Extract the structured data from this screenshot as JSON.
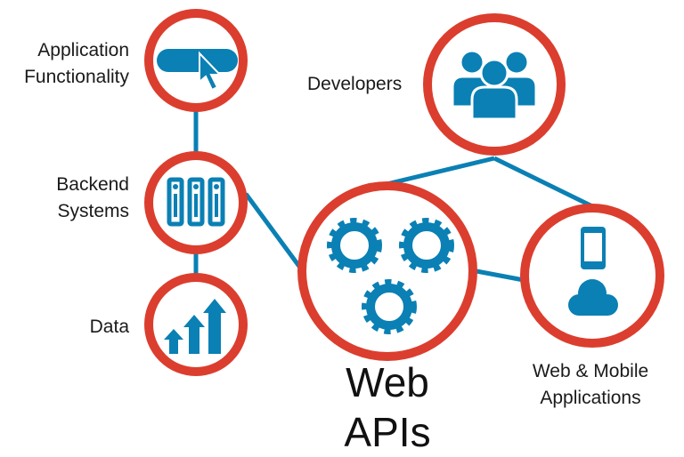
{
  "colors": {
    "ring": "#db3e2e",
    "accent": "#0a80b4",
    "text": "#1a1a1a"
  },
  "nodes": {
    "app": {
      "label_line1": "Application",
      "label_line2": "Functionality",
      "icon": "button-cursor-icon"
    },
    "backend": {
      "label_line1": "Backend",
      "label_line2": "Systems",
      "icon": "server-racks-icon"
    },
    "data": {
      "label": "Data",
      "icon": "growth-arrows-icon"
    },
    "developers": {
      "label": "Developers",
      "icon": "users-group-icon"
    },
    "webapis": {
      "label": "Web APIs",
      "icon": "gears-icon"
    },
    "apps": {
      "label_line1": "Web & Mobile",
      "label_line2": "Applications",
      "icon": "phone-cloud-icon"
    }
  }
}
